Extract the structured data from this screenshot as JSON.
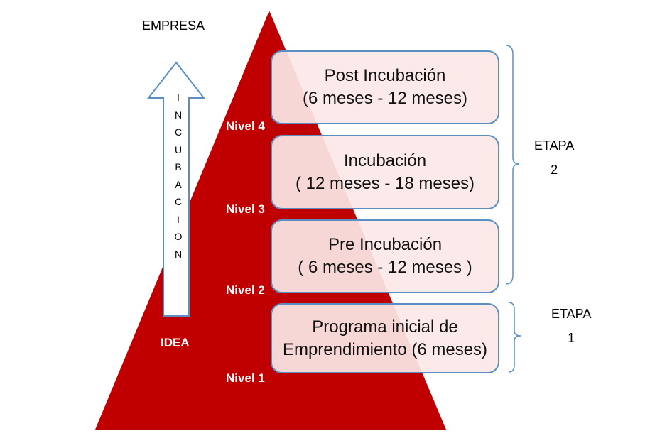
{
  "top_label": "EMPRESA",
  "bottom_label": "IDEA",
  "arrow_letters": [
    "I",
    "N",
    "C",
    "U",
    "B",
    "A",
    "C",
    "I",
    "O",
    "N"
  ],
  "levels": [
    "Nivel 4",
    "Nivel 3",
    "Nivel 2",
    "Nivel 1"
  ],
  "stages": [
    {
      "title": "Post Incubación",
      "duration": "(6 meses - 12 meses)"
    },
    {
      "title": "Incubación",
      "duration": "( 12 meses - 18 meses)"
    },
    {
      "title": "Pre Incubación",
      "duration": "( 6 meses - 12 meses )"
    },
    {
      "title": "Programa inicial de",
      "duration": "Emprendimiento (6 meses)"
    }
  ],
  "etapas": [
    {
      "label": "ETAPA",
      "number": "2"
    },
    {
      "label": "ETAPA",
      "number": "1"
    }
  ],
  "colors": {
    "pyramid": "#c00000",
    "box_border": "#5b8fc4",
    "box_fill": "#fce8e8",
    "arrow_border": "#5b8fc4"
  }
}
